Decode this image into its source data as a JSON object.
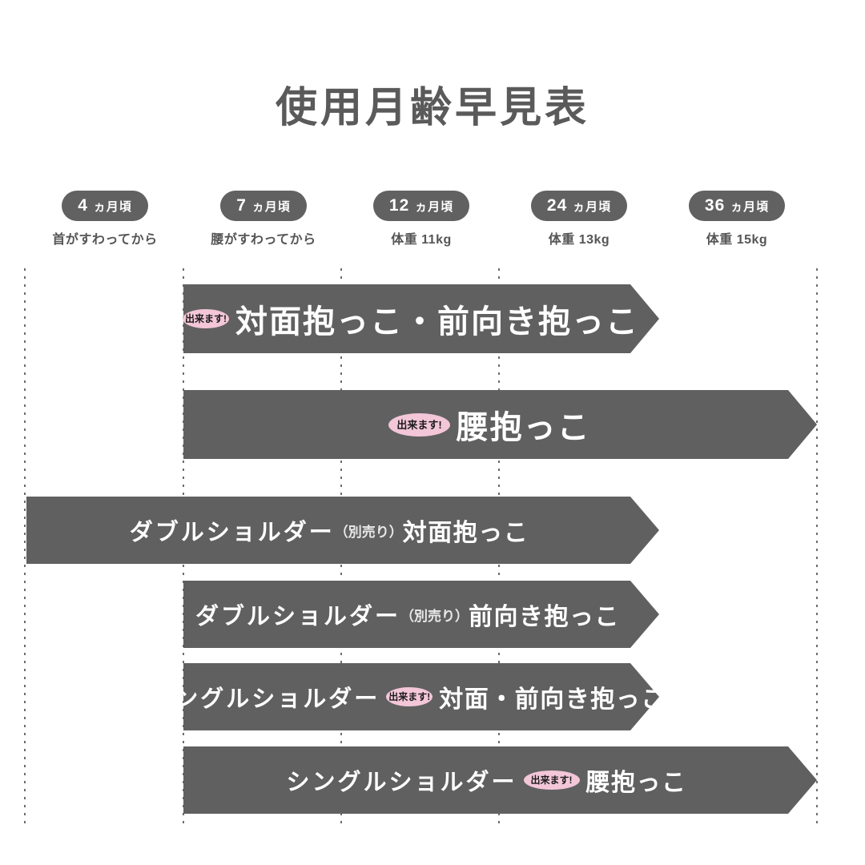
{
  "title": "使用月齢早見表",
  "chart_data": {
    "type": "bar",
    "title": "使用月齢早見表",
    "xlabel": "",
    "ylabel": "",
    "orientation": "horizontal",
    "axis_note": "Horizontal timeline of baby-carrier usage by infant age (months)",
    "categories": [
      "4ヵ月頃",
      "7ヵ月頃",
      "12ヵ月頃",
      "24ヵ月頃",
      "36ヵ月頃"
    ],
    "axis_ticks_months": [
      4,
      7,
      12,
      24,
      36
    ],
    "grid": true,
    "legend": "none",
    "series": [
      {
        "name": "対面抱っこ・前向き抱っこ",
        "available_badge": "出来ます!",
        "start_label": "7ヵ月頃",
        "end_label": "24ヵ月頃",
        "start_month": 7,
        "end_month": 24,
        "arrow_end": true
      },
      {
        "name": "腰抱っこ",
        "available_badge": "出来ます!",
        "start_label": "7ヵ月頃",
        "end_label": "36ヵ月頃",
        "start_month": 7,
        "end_month": 36,
        "arrow_end": true
      },
      {
        "name": "ダブルショルダー（別売り）対面抱っこ",
        "available_badge": "",
        "start_label": "4ヵ月頃",
        "end_label": "24ヵ月頃",
        "start_month": 4,
        "end_month": 24,
        "arrow_end": true
      },
      {
        "name": "ダブルショルダー（別売り）前向き抱っこ",
        "available_badge": "",
        "start_label": "7ヵ月頃",
        "end_label": "24ヵ月頃",
        "start_month": 7,
        "end_month": 24,
        "arrow_end": true
      },
      {
        "name": "シングルショルダー 対面・前向き抱っこ",
        "available_badge": "出来ます!",
        "start_label": "7ヵ月頃",
        "end_label": "24ヵ月頃",
        "start_month": 7,
        "end_month": 24,
        "arrow_end": true
      },
      {
        "name": "シングルショルダー 腰抱っこ",
        "available_badge": "出来ます!",
        "start_label": "7ヵ月頃",
        "end_label": "36ヵ月頃",
        "start_month": 7,
        "end_month": 36,
        "arrow_end": true
      }
    ]
  },
  "axis": {
    "columns": [
      {
        "age_value": "4",
        "age_unit": "ヵ月頃",
        "sub": "首がすわってから"
      },
      {
        "age_value": "7",
        "age_unit": "ヵ月頃",
        "sub": "腰がすわってから"
      },
      {
        "age_value": "12",
        "age_unit": "ヵ月頃",
        "sub": "体重 11kg"
      },
      {
        "age_value": "24",
        "age_unit": "ヵ月頃",
        "sub": "体重 13kg"
      },
      {
        "age_value": "36",
        "age_unit": "ヵ月頃",
        "sub": "体重 15kg"
      }
    ]
  },
  "bars": [
    {
      "badge": "出来ます!",
      "pre": "",
      "note": "",
      "main": "対面抱っこ・前向き抱っこ"
    },
    {
      "badge": "出来ます!",
      "pre": "",
      "note": "",
      "main": "腰抱っこ"
    },
    {
      "badge": "",
      "pre": "ダブルショルダー",
      "note": "（別売り）",
      "main": "対面抱っこ"
    },
    {
      "badge": "",
      "pre": "ダブルショルダー",
      "note": "（別売り）",
      "main": "前向き抱っこ"
    },
    {
      "badge": "出来ます!",
      "pre": "シングルショルダー",
      "note": "",
      "main": "対面・前向き抱っこ"
    },
    {
      "badge": "出来ます!",
      "pre": "シングルショルダー",
      "note": "",
      "main": "腰抱っこ"
    }
  ],
  "colors": {
    "bar_fill": "#606060",
    "pill_fill": "#616161",
    "badge_pink": "#f3c6d8",
    "text_dark": "#5a5a5a",
    "background": "#ffffff",
    "gridline": "#6d6d6d"
  }
}
